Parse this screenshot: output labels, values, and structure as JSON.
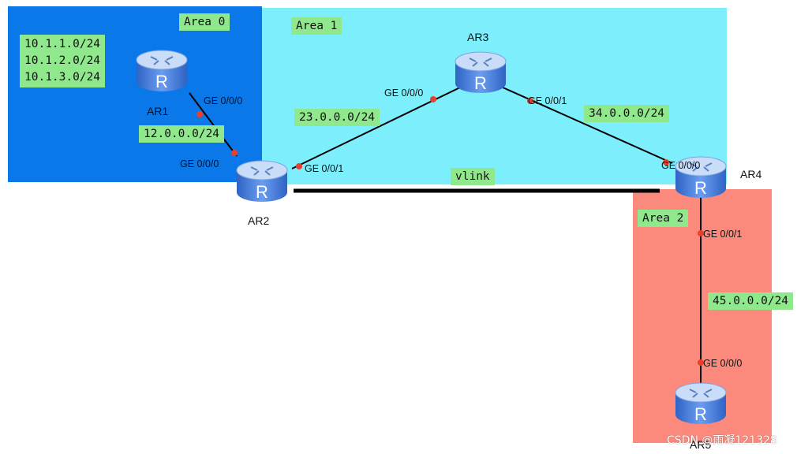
{
  "areas": {
    "area0": "Area 0",
    "area1": "Area 1",
    "area2": "Area 2"
  },
  "networks": {
    "ar1_loopbacks": [
      "10.1.1.0/24",
      "10.1.2.0/24",
      "10.1.3.0/24"
    ],
    "ar1_ar2": "12.0.0.0/24",
    "ar2_ar3": "23.0.0.0/24",
    "ar3_ar4": "34.0.0.0/24",
    "ar4_ar5": "45.0.0.0/24"
  },
  "routers": {
    "ar1": "AR1",
    "ar2": "AR2",
    "ar3": "AR3",
    "ar4": "AR4",
    "ar5": "AR5"
  },
  "interfaces": {
    "ar1_ge000": "GE 0/0/0",
    "ar2_ge000": "GE 0/0/0",
    "ar2_ge001": "GE 0/0/1",
    "ar3_ge000": "GE 0/0/0",
    "ar3_ge001": "GE 0/0/1",
    "ar4_ge000": "GE 0/0/0",
    "ar4_ge001": "GE 0/0/1",
    "ar5_ge000": "GE 0/0/0"
  },
  "vlink_label": "vlink",
  "router_glyph": "R",
  "watermark": "CSDN @雨凝121328",
  "colors": {
    "area0": "#0a78e8",
    "area1": "#7deefc",
    "area2": "#fb8a7c",
    "label_bg": "#8fe88c",
    "port_dot": "#e8402a",
    "router_body": "#4a82e0"
  }
}
